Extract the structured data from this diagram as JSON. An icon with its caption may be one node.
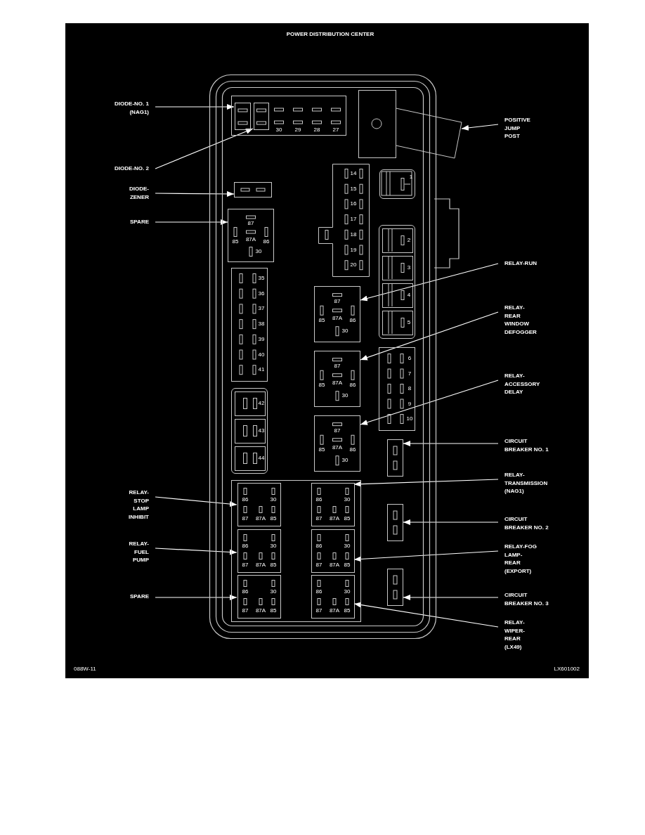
{
  "diagram": {
    "title": "POWER DISTRIBUTION CENTER",
    "nodes": [
      {
        "text": [],
        "shape": "box"
      },
      {
        "text": [
          "30",
          "29",
          "28",
          "27"
        ],
        "in": 0
      },
      {
        "text": [],
        "shape": "box",
        "in": 1
      },
      {
        "text": [],
        "shape": "box",
        "in": 1
      },
      {
        "text": [],
        "shape": "box"
      },
      {
        "text": [],
        "shape": "box",
        "in": 0
      },
      {
        "text": [
          "87",
          "87A",
          "85",
          "86",
          "30"
        ],
        "in": 0
      },
      {
        "text": [
          "14",
          "15",
          "16",
          "17",
          "18",
          "19",
          "20"
        ],
        "in": 0
      },
      {
        "text": [
          "1"
        ],
        "in": 0
      },
      {
        "text": [],
        "shape": "box",
        "in": 0
      },
      {
        "text": [
          "2"
        ],
        "in": 9
      },
      {
        "text": [
          "3"
        ],
        "in": 9
      },
      {
        "text": [
          "4"
        ],
        "in": 9
      },
      {
        "text": [
          "5"
        ],
        "in": 9
      },
      {
        "text": [
          "87",
          "87A",
          "85",
          "86",
          "30"
        ],
        "in": 0
      },
      {
        "text": [
          "87",
          "87A",
          "85",
          "86",
          "30"
        ],
        "in": 0
      },
      {
        "text": [
          "87",
          "87A",
          "85",
          "86",
          "30"
        ],
        "in": 0
      },
      {
        "text": [
          "6",
          "7",
          "8",
          "9",
          "10"
        ],
        "in": 0
      },
      {
        "text": [],
        "shape": "box",
        "in": 0
      },
      {
        "text": [],
        "shape": "box",
        "in": 0
      },
      {
        "text": [],
        "shape": "box",
        "in": 0
      },
      {
        "text": [
          "35",
          "36",
          "37",
          "38",
          "39",
          "40",
          "41"
        ],
        "in": 0
      },
      {
        "text": [],
        "shape": "box",
        "in": 0
      },
      {
        "text": [
          "42"
        ],
        "in": 22
      },
      {
        "text": [
          "43"
        ],
        "in": 22
      },
      {
        "text": [
          "44"
        ],
        "in": 22
      },
      {
        "text": [],
        "shape": "box",
        "in": 0
      },
      {
        "text": [
          "86",
          "30",
          "87",
          "87A",
          "85"
        ],
        "in": 26
      },
      {
        "text": [
          "86",
          "30",
          "87",
          "87A",
          "85"
        ],
        "in": 26
      },
      {
        "text": [
          "86",
          "30",
          "87",
          "87A",
          "85"
        ],
        "in": 26
      },
      {
        "text": [
          "86",
          "30",
          "87",
          "87A",
          "85"
        ],
        "in": 26
      },
      {
        "text": [
          "86",
          "30",
          "87",
          "87A",
          "85"
        ],
        "in": 26
      },
      {
        "text": [
          "86",
          "30",
          "87",
          "87A",
          "85"
        ],
        "in": 26
      },
      {
        "text": [
          "DIODE-NO. 1 (NAG1)"
        ]
      },
      {
        "text": [
          "POSITIVE JUMP POST"
        ]
      },
      {
        "text": [
          "DIODE-NO. 2"
        ]
      },
      {
        "text": [
          "DIODE- ZENER"
        ]
      },
      {
        "text": [
          "SPARE"
        ]
      },
      {
        "text": [
          "RELAY-RUN"
        ]
      },
      {
        "text": [
          "RELAY- REAR WINDOW DEFOGGER"
        ]
      },
      {
        "text": [
          "RELAY- ACCESSORY DELAY"
        ]
      },
      {
        "text": [
          "CIRCUIT BREAKER NO. 1"
        ]
      },
      {
        "text": [
          "RELAY- TRANSMISSION (NAG1)"
        ]
      },
      {
        "text": [
          "RELAY- STOP LAMP INHIBIT"
        ]
      },
      {
        "text": [
          "CIRCUIT BREAKER NO. 2"
        ]
      },
      {
        "text": [
          "RELAY- FUEL PUMP"
        ]
      },
      {
        "text": [
          "RELAY-FOG LAMP- REAR (EXPORT)"
        ]
      },
      {
        "text": [
          "SPARE"
        ]
      },
      {
        "text": [
          "CIRCUIT BREAKER NO. 3"
        ]
      },
      {
        "text": [
          "RELAY- WIPER- REAR (LX49)"
        ]
      }
    ],
    "edges": [
      {
        "from": 33,
        "to": 2,
        "arrow": "to"
      },
      {
        "from": 34,
        "to": 4,
        "arrow": "to"
      },
      {
        "from": 35,
        "to": 3,
        "arrow": "to"
      },
      {
        "from": 36,
        "to": 5,
        "arrow": "to"
      },
      {
        "from": 37,
        "to": 6,
        "arrow": "to"
      },
      {
        "from": 38,
        "to": 14,
        "arrow": "to"
      },
      {
        "from": 39,
        "to": 15,
        "arrow": "to"
      },
      {
        "from": 40,
        "to": 16,
        "arrow": "to"
      },
      {
        "from": 41,
        "to": 18,
        "arrow": "to"
      },
      {
        "from": 42,
        "to": 28,
        "arrow": "to"
      },
      {
        "from": 43,
        "to": 27,
        "arrow": "to"
      },
      {
        "from": 44,
        "to": 19,
        "arrow": "to"
      },
      {
        "from": 45,
        "to": 29,
        "arrow": "to"
      },
      {
        "from": 46,
        "to": 30,
        "arrow": "to"
      },
      {
        "from": 47,
        "to": 31,
        "arrow": "to"
      },
      {
        "from": 48,
        "to": 20,
        "arrow": "to"
      },
      {
        "from": 49,
        "to": 32,
        "arrow": "to"
      }
    ],
    "labels": [
      "088W-11",
      "LX601002"
    ]
  }
}
